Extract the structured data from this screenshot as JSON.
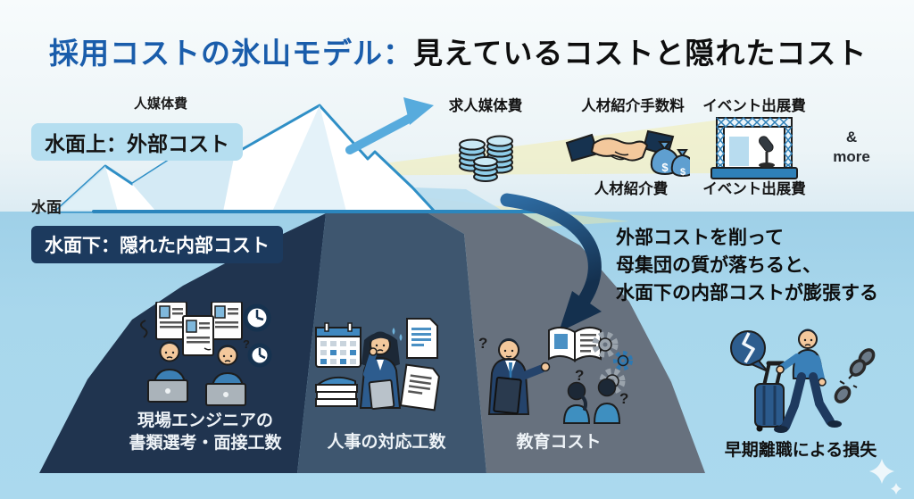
{
  "title": {
    "highlight": "採用コストの氷山モデル：",
    "rest": "見えているコストと隠れたコスト"
  },
  "above_water": {
    "small_label": "人媒体費",
    "zone_label": "水面上：外部コスト",
    "items": [
      {
        "label": "求人媒体費",
        "icon": "coins-icon"
      },
      {
        "label_top": "人材紹介手数料",
        "label_bottom": "人材紹介費",
        "icon": "handshake-moneybags-icon"
      },
      {
        "label_top": "イベント出展費",
        "label_bottom": "イベント出展費",
        "icon": "event-booth-icon"
      }
    ],
    "more_amp": "&",
    "more_word": "more"
  },
  "waterline": {
    "label": "水面"
  },
  "below_water": {
    "zone_label": "水面下：隠れた内部コスト",
    "callout": {
      "line1": "外部コストを削って",
      "line2": "母集団の質が落ちると、",
      "line3": "水面下の内部コストが膨張する"
    },
    "items": [
      {
        "label_line1": "現場エンジニアの",
        "label_line2": "書類選考・面接工数",
        "icon": "engineers-screening-illustration"
      },
      {
        "label": "人事の対応工数",
        "icon": "hr-workload-illustration"
      },
      {
        "label": "教育コスト",
        "icon": "training-illustration"
      },
      {
        "label": "早期離職による損失",
        "icon": "early-quit-illustration"
      }
    ]
  },
  "colors": {
    "title_accent": "#1a5dab",
    "sky": "#ecf4f7",
    "water": "#a8d7ec",
    "zone_above_bg": "#b5def0",
    "zone_below_bg": "#1c3a5e",
    "iceberg_outline": "#2f8fc6",
    "underwater_section1": "#20344f",
    "underwater_section2": "#3e566f",
    "underwater_section3": "#67717e",
    "beam_yellow": "#f2ecb0",
    "arrow_blue": "#57abdd",
    "arrow_dark": "#16324f"
  }
}
